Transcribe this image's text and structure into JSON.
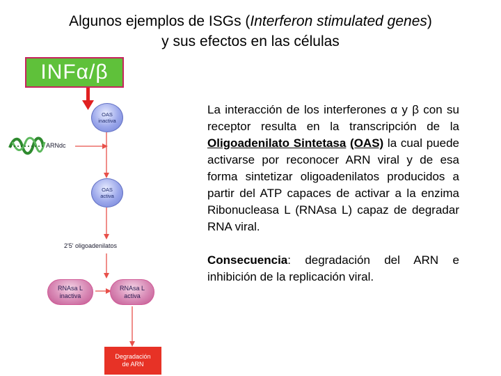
{
  "title": {
    "line1_prefix": "Algunos ejemplos de ISGs (",
    "line1_italic": "Interferon stimulated genes",
    "line1_suffix": ")",
    "line2": "y sus efectos en las células"
  },
  "diagram": {
    "inf_label": "INFα/β",
    "node_oas_inactive": [
      "OAS",
      "inactiva"
    ],
    "node_oas_active": [
      "OAS",
      "activa"
    ],
    "arndc_label": "ARNdc",
    "oligo_label": "2'5' oligoadenilatos",
    "rnase_inactive": [
      "RNAsa L",
      "inactiva"
    ],
    "rnase_active": [
      "RNAsa L",
      "activa"
    ],
    "result": [
      "Degradación",
      "de ARN"
    ],
    "colors": {
      "inf_box": "#5fc13a",
      "inf_border": "#c7245f",
      "start_arrow": "#e02020",
      "flow_arrow": "#e8504a",
      "node_fill": "#9aa6ea",
      "pill_fill": "#d889b5",
      "result_fill": "#e73226",
      "dsrna": "#2f8a2f"
    }
  },
  "text": {
    "p1": {
      "t1": "La interacción de los interferones α y β con su receptor resulta en la transcripción de la ",
      "u1": "Oligoadenilato Sintetasa",
      "t2": " ",
      "u2": "(OAS)",
      "t3": " la cual puede activarse por reconocer ARN viral y de esa forma sintetizar oligoadenilatos producidos a partir del ATP capaces de activar a la enzima Ribonucleasa L (RNAsa L) capaz de degradar RNA viral."
    },
    "p2": {
      "bold": "Consecuencia",
      "rest": ": degradación del ARN e inhibición de la replicación viral."
    }
  }
}
